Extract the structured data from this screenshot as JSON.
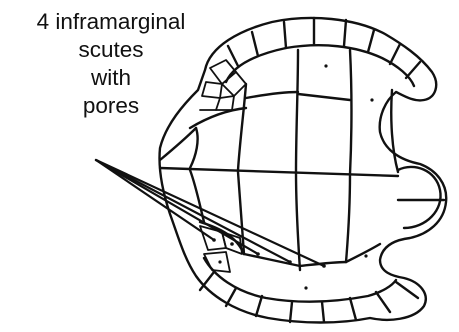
{
  "annotation": {
    "lines": [
      "4 inframarginal",
      "scutes",
      "with",
      "pores"
    ]
  },
  "colors": {
    "ink": "#111111",
    "background": "#ffffff"
  }
}
